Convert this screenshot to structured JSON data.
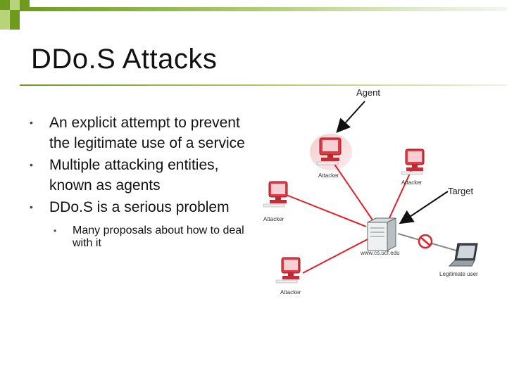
{
  "slide": {
    "title": "DDo.S Attacks",
    "bullets": [
      "An explicit attempt to prevent the legitimate use of a service",
      "Multiple attacking entities, known as agents",
      "DDo.S is a serious problem"
    ],
    "sub_bullets": [
      "Many proposals about how to deal with it"
    ]
  },
  "diagram": {
    "callouts": {
      "agent": "Agent",
      "target": "Target"
    },
    "node_labels": {
      "attacker_top": "Attacker",
      "attacker_right": "Attacker",
      "attacker_left": "Attacker",
      "attacker_bottom": "Attacker",
      "server": "www.cs.ucf.edu",
      "legitimate_user": "Legitimate user"
    },
    "colors": {
      "attack_line": "#e0202a",
      "normal_line": "#888888",
      "blocked": "#e0202a"
    }
  },
  "theme": {
    "accent_dark": "#6e9a1e",
    "accent_light": "#b7d47a"
  }
}
